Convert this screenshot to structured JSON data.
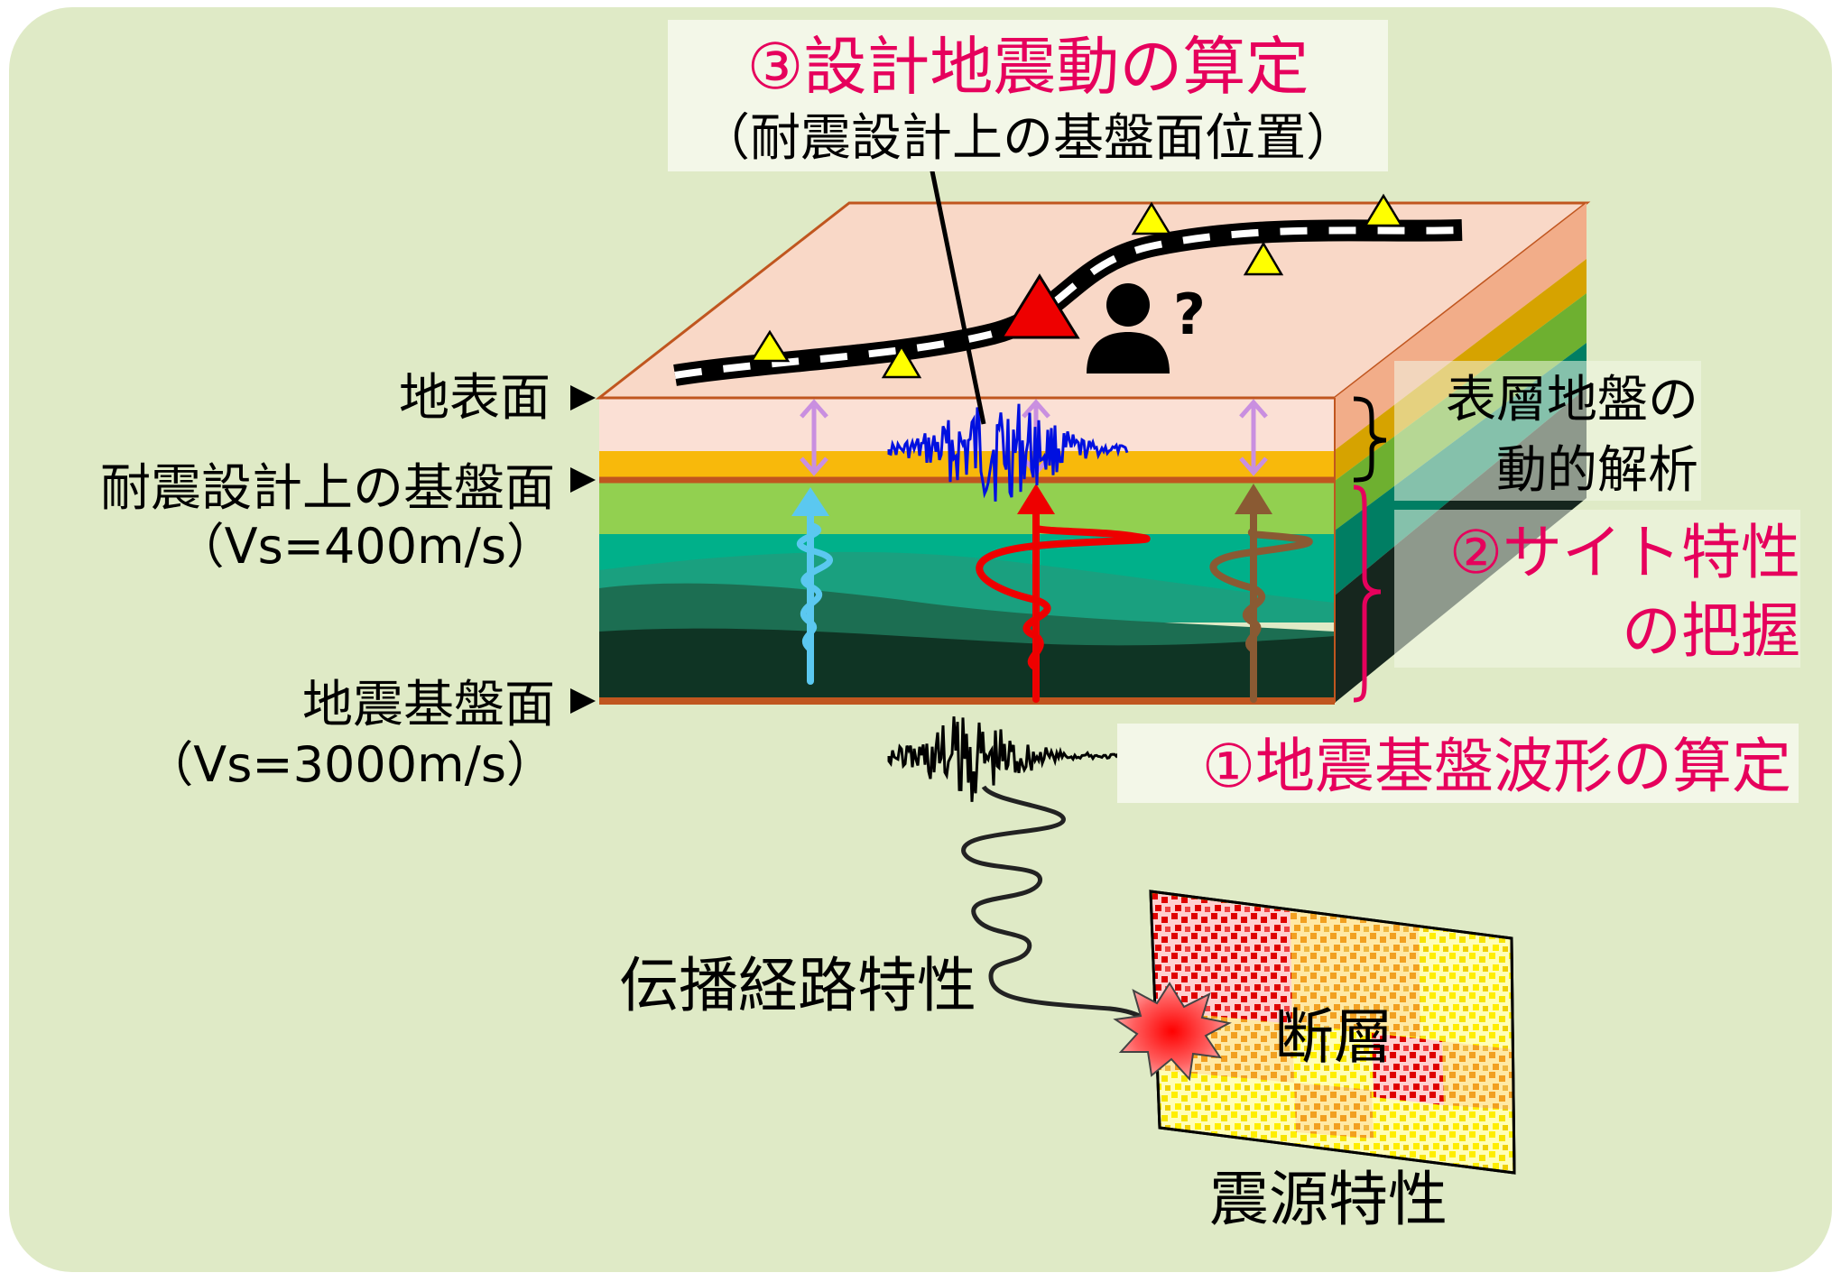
{
  "labels": {
    "step3_title": "③設計地震動の算定",
    "step3_sub": "（耐震設計上の基盤面位置）",
    "ground_surface": "地表面",
    "engineering_base": "耐震設計上の基盤面",
    "engineering_base_vs": "（Vs=400m/s）",
    "seismic_base": "地震基盤面",
    "seismic_base_vs": "（Vs=3000m/s）",
    "surface_analysis_line1": "表層地盤の",
    "surface_analysis_line2": "動的解析",
    "step2_line1": "②サイト特性",
    "step2_line2": "の把握",
    "step1": "①地震基盤波形の算定",
    "propagation": "伝播経路特性",
    "fault": "断層",
    "source": "震源特性",
    "question_mark": "?"
  },
  "colors": {
    "background": "#dfeac6",
    "accent_magenta": "#e6005c",
    "surface_top": "#f9d8c7",
    "surface_layer": "#fbe0d5",
    "orange_layer": "#f8b90b",
    "green_layer": "#92d050",
    "teal_layer": "#00b08a",
    "dark_green_layer": "#1c6e52",
    "deep_layer": "#0f3424",
    "boundary_line": "#c0561f",
    "wave_blue": "#0010e0",
    "wave_light_blue": "#5bc8f0",
    "wave_red": "#ee0000",
    "wave_brown": "#8a5a33",
    "arrow_violet": "#c98fe0",
    "triangle_yellow": "#ffff00",
    "triangle_red": "#ee0000"
  },
  "icons": [
    "person-icon",
    "red-triangle-marker-icon",
    "yellow-triangle-marker-icon",
    "railway-icon",
    "epicenter-burst-icon"
  ]
}
